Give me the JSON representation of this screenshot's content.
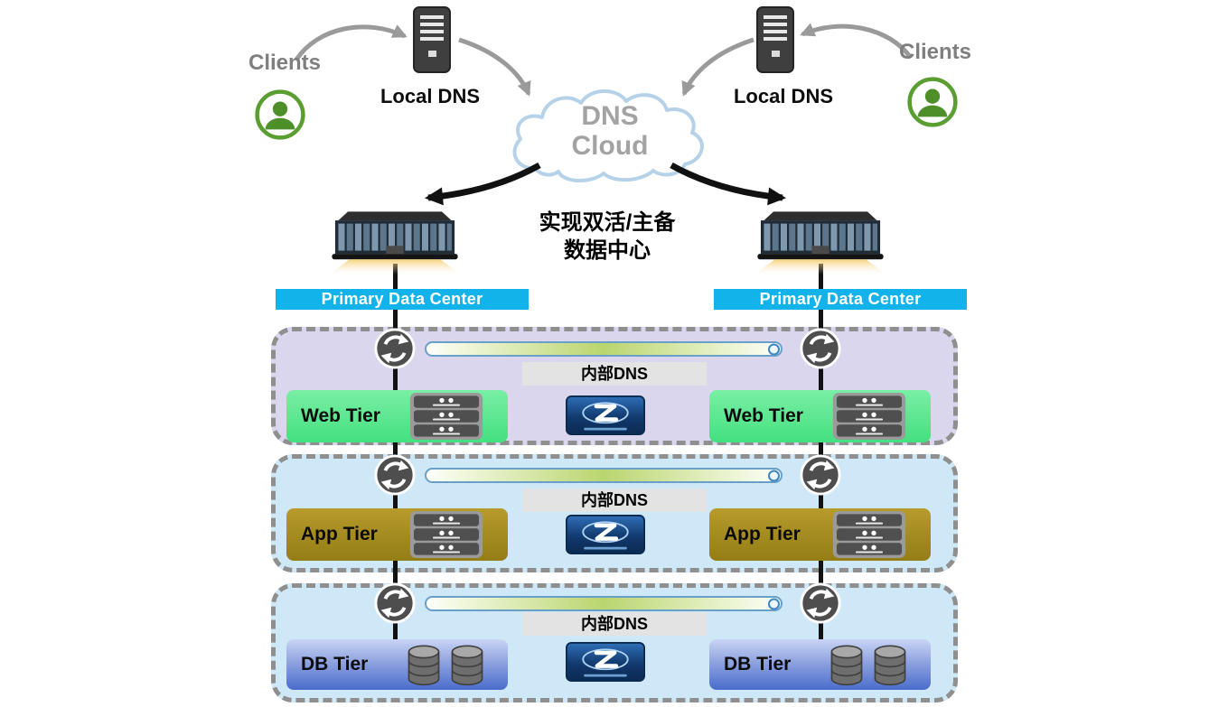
{
  "title": "DNS dual-active data center architecture diagram",
  "top": {
    "clients_left": "Clients",
    "clients_right": "Clients",
    "local_dns_left": "Local DNS",
    "local_dns_right": "Local DNS",
    "cloud_line1": "DNS",
    "cloud_line2": "Cloud",
    "caption_line1": "实现双活/主备",
    "caption_line2": "数据中心"
  },
  "banners": {
    "left": "Primary Data Center",
    "right": "Primary Data Center"
  },
  "tiers": [
    {
      "left_label": "Web Tier",
      "right_label": "Web Tier",
      "dns_label": "内部DNS"
    },
    {
      "left_label": "App Tier",
      "right_label": "App Tier",
      "dns_label": "内部DNS"
    },
    {
      "left_label": "DB Tier",
      "right_label": "DB Tier",
      "dns_label": "内部DNS"
    }
  ],
  "colors": {
    "banner_cyan": "#12b2ea",
    "web_band_bg": "#d9d6ee",
    "app_band_bg": "#cfe8f8",
    "db_band_bg": "#cfe8f8",
    "web_box_green": "#55e98c",
    "app_box_olive": "#a08a1e",
    "db_box_blue": "#4a6ccc",
    "client_green": "#55972e",
    "arrow_gray": "#9a9a9a",
    "arrow_black": "#111111"
  }
}
